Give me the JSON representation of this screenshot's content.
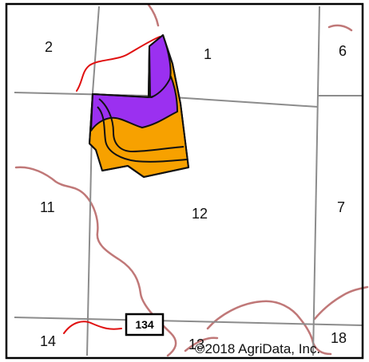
{
  "map": {
    "sections": {
      "s1": "1",
      "s2": "2",
      "s6": "6",
      "s7": "7",
      "s11": "11",
      "s12": "12",
      "s13": "13",
      "s14": "14",
      "s18": "18"
    },
    "road_shield": "134",
    "copyright": "©2018 AgriData, Inc.",
    "colors": {
      "border": "#000000",
      "section_line": "#8c8c8c",
      "road": "#e01010",
      "stream": "#c07878",
      "soil_purple": "#9b30f0",
      "soil_orange": "#f7a100",
      "background": "#ffffff"
    }
  }
}
